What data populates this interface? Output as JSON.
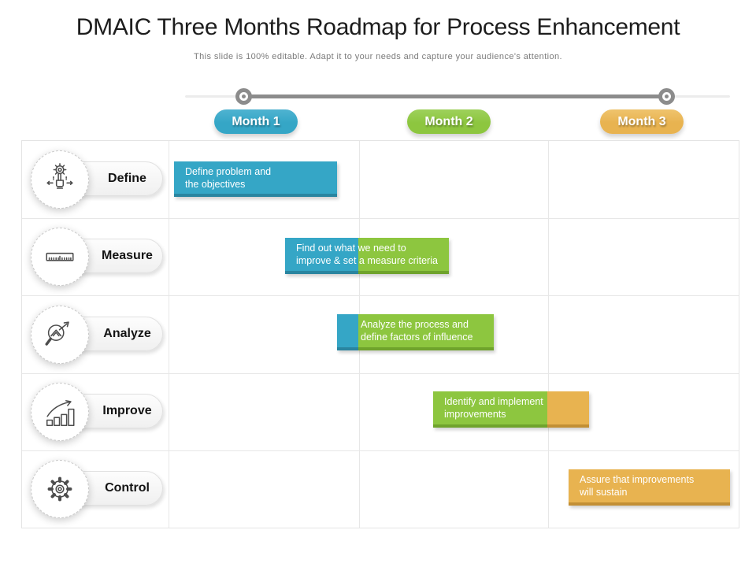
{
  "title": "DMAIC Three Months Roadmap for Process Enhancement",
  "subtitle": "This slide is 100% editable. Adapt it to your needs and capture your audience's attention.",
  "months": [
    {
      "label": "Month 1",
      "color": "#35A6C6"
    },
    {
      "label": "Month 2",
      "color": "#8DC63F"
    },
    {
      "label": "Month 3",
      "color": "#E8B350"
    }
  ],
  "phases": [
    {
      "label": "Define",
      "icon": "hand-gear-icon",
      "task": "Define problem and\nthe objectives",
      "span_months": [
        1
      ]
    },
    {
      "label": "Measure",
      "icon": "ruler-icon",
      "task": "Find out what we need to\nimprove & set a measure criteria",
      "span_months": [
        1,
        2
      ]
    },
    {
      "label": "Analyze",
      "icon": "magnifier-chart-icon",
      "task": "Analyze the process and\ndefine factors of influence",
      "span_months": [
        2
      ]
    },
    {
      "label": "Improve",
      "icon": "growth-bars-icon",
      "task": "Identify and implement\nimprovements",
      "span_months": [
        2,
        3
      ]
    },
    {
      "label": "Control",
      "icon": "gear-icon",
      "task": "Assure that improvements\nwill sustain",
      "span_months": [
        3
      ]
    }
  ],
  "palette": {
    "blue": "#35A6C6",
    "blue_dark": "#2A85A0",
    "green": "#8DC63F",
    "green_dark": "#6FA32C",
    "orange": "#E8B350",
    "orange_dark": "#C28F35",
    "timeline_gray": "#8C8C8C",
    "grid_line": "#E7E7E7"
  }
}
